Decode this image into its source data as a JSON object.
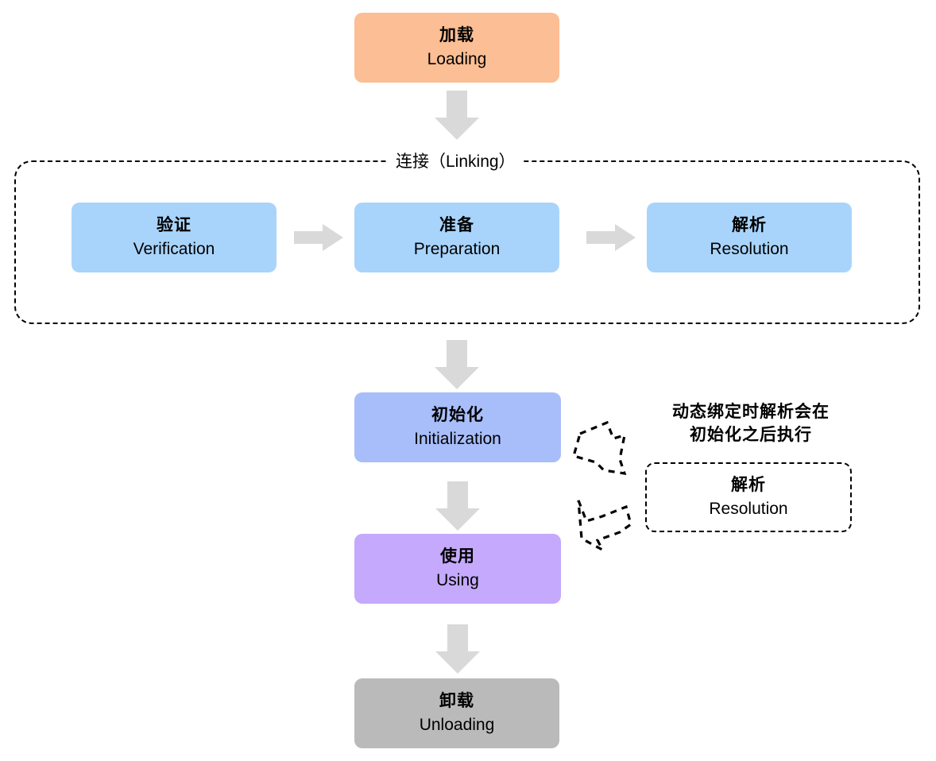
{
  "diagram": {
    "title_cn": "加载",
    "colors": {
      "loading": "#FCBE94",
      "linking_stage": "#A8D4FC",
      "initialization": "#A8BEFA",
      "using": "#C4A9FD",
      "unloading": "#BABABA",
      "arrow_gray": "#D9D9D9",
      "dash_black": "#000000",
      "background": "#FFFFFF"
    },
    "loading": {
      "cn": "加载",
      "en": "Loading"
    },
    "linking_group": {
      "label": "连接（Linking）",
      "stages": [
        {
          "cn": "验证",
          "en": "Verification"
        },
        {
          "cn": "准备",
          "en": "Preparation"
        },
        {
          "cn": "解析",
          "en": "Resolution"
        }
      ]
    },
    "initialization": {
      "cn": "初始化",
      "en": "Initialization"
    },
    "using": {
      "cn": "使用",
      "en": "Using"
    },
    "unloading": {
      "cn": "卸载",
      "en": "Unloading"
    },
    "annotation": {
      "note_line1": "动态绑定时解析会在",
      "note_line2": "初始化之后执行",
      "resolution_box": {
        "cn": "解析",
        "en": "Resolution"
      }
    },
    "icons": {
      "arrow_down": "arrow-down-icon",
      "arrow_right": "arrow-right-icon",
      "arrow_dashed": "dashed-arrow-icon"
    }
  }
}
